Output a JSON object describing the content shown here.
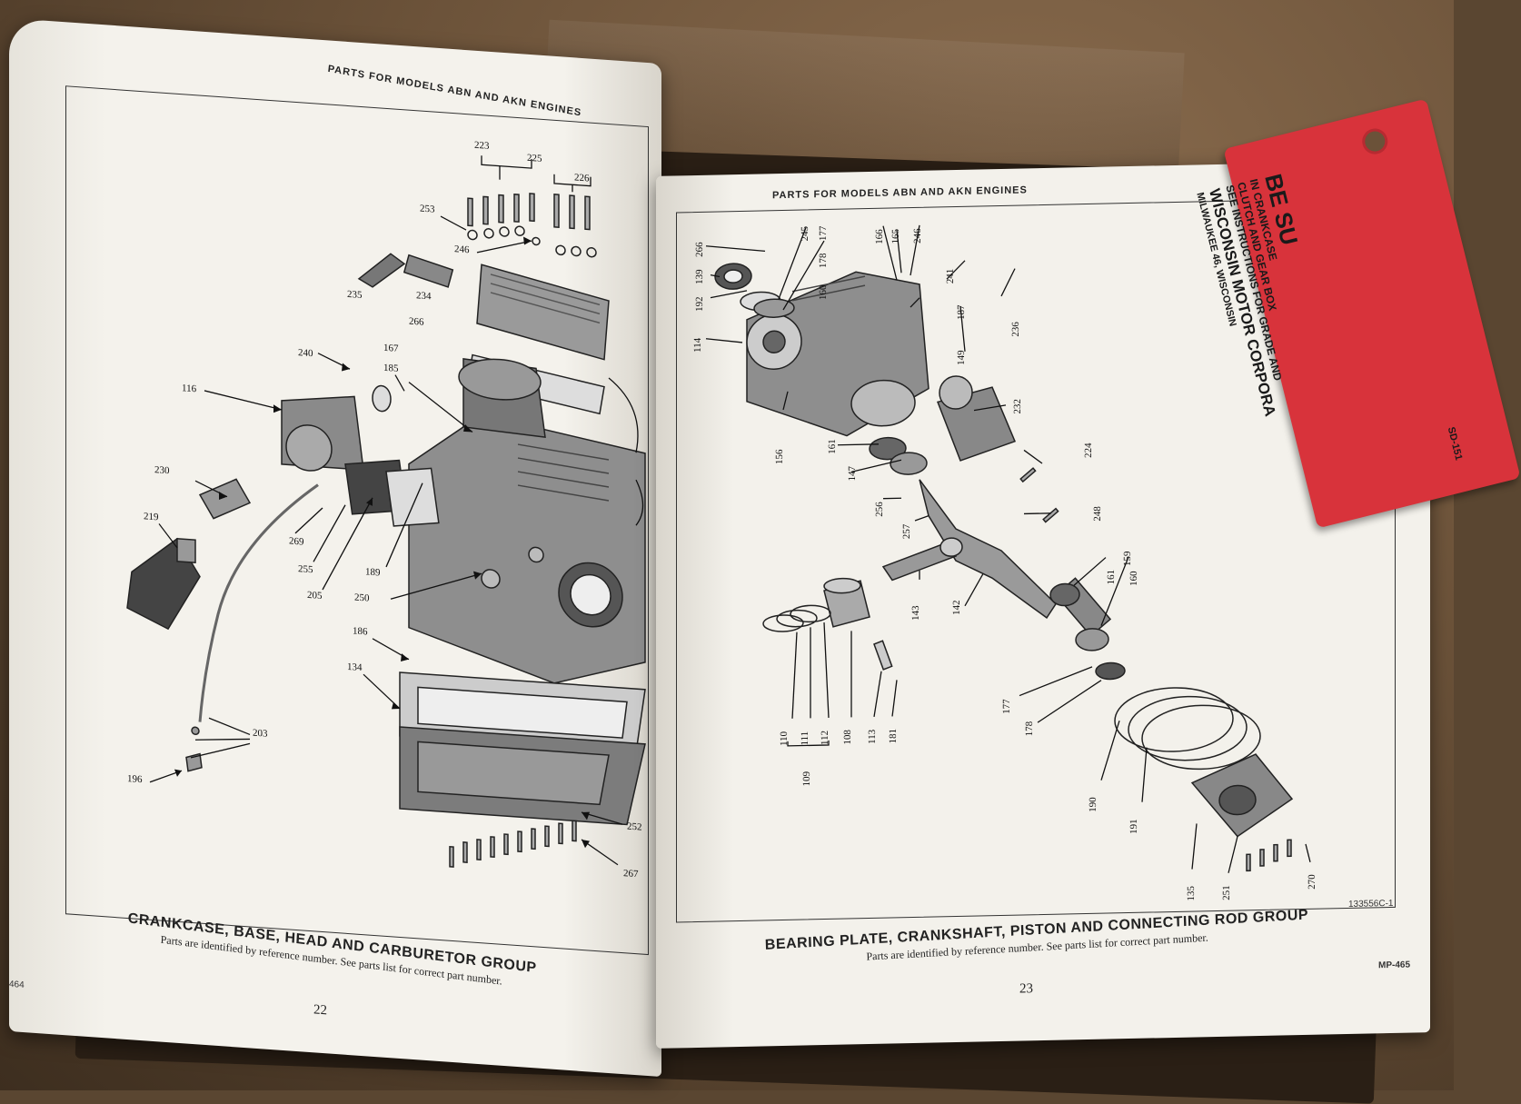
{
  "left_page": {
    "header": "PARTS FOR MODELS ABN AND AKN ENGINES",
    "caption_title": "CRANKCASE, BASE, HEAD AND CARBURETOR GROUP",
    "caption_note": "Parts are identified by reference number.  See parts list for correct part number.",
    "page_number": "22",
    "doc_code": "464",
    "refs": [
      "223",
      "225",
      "226",
      "253",
      "246",
      "235",
      "234",
      "266",
      "240",
      "185",
      "167",
      "116",
      "230",
      "219",
      "269",
      "255",
      "205",
      "189",
      "250",
      "186",
      "134",
      "203",
      "196",
      "252",
      "267"
    ]
  },
  "right_page": {
    "header": "PARTS FOR MODELS ABN AND AKN ENGINES",
    "caption_title": "BEARING PLATE, CRANKSHAFT, PISTON AND CONNECTING ROD GROUP",
    "caption_note": "Parts are identified by reference number.  See parts list for correct part number.",
    "page_number": "23",
    "drawing_code": "133556C-1",
    "doc_code": "MP-465",
    "refs": [
      "266",
      "139",
      "192",
      "245",
      "177",
      "178",
      "160",
      "166",
      "165",
      "246",
      "241",
      "187",
      "114",
      "236",
      "149",
      "232",
      "156",
      "161",
      "147",
      "224",
      "256",
      "257",
      "248",
      "159",
      "161",
      "160",
      "143",
      "142",
      "110",
      "111",
      "112",
      "108",
      "113",
      "181",
      "109",
      "177",
      "178",
      "190",
      "191",
      "135",
      "251",
      "270"
    ]
  },
  "tag": {
    "line1": "BE SU",
    "line2": "IN CRANKCASE",
    "line3": "CLUTCH AND GEAR BOX",
    "line4": "SEE INSTRUCTIONS FOR GRADE AND",
    "line5": "WISCONSIN MOTOR CORPORA",
    "line6": "MILWAUKEE 46, WISCONSIN",
    "code": "SD-151"
  }
}
